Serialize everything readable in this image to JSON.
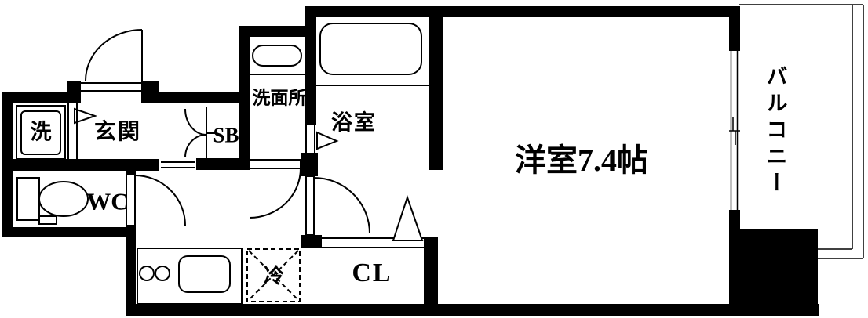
{
  "colors": {
    "wall": "#000000",
    "line": "#000000",
    "background": "#ffffff"
  },
  "rooms": {
    "entrance": "玄関",
    "washer": "洗",
    "shoe_box": "SB",
    "washroom": "洗面所",
    "bathroom": "浴室",
    "toilet": "WC",
    "main_room": "洋室7.4帖",
    "balcony": "バルコニー",
    "closet": "CL",
    "refrigerator": "冷"
  }
}
